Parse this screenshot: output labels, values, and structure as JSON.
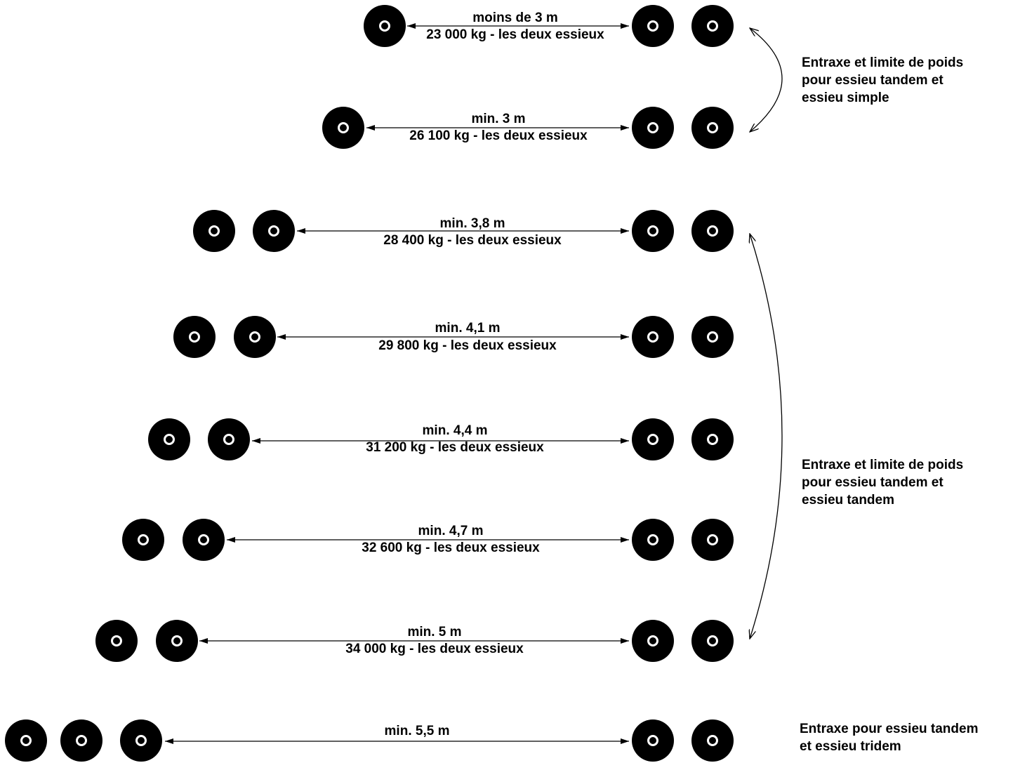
{
  "rows": [
    {
      "line1": "moins de 3 m",
      "line2": "23 000 kg - les deux essieux"
    },
    {
      "line1": "min. 3 m",
      "line2": "26 100 kg - les deux essieux"
    },
    {
      "line1": "min. 3,8 m",
      "line2": "28 400 kg - les deux essieux"
    },
    {
      "line1": "min. 4,1 m",
      "line2": "29 800 kg - les deux essieux"
    },
    {
      "line1": "min. 4,4 m",
      "line2": "31 200 kg - les deux essieux"
    },
    {
      "line1": "min. 4,7 m",
      "line2": "32 600 kg - les deux essieux"
    },
    {
      "line1": "min. 5 m",
      "line2": "34 000 kg - les deux essieux"
    },
    {
      "line1": "min. 5,5 m",
      "line2": ""
    }
  ],
  "notes": {
    "group1": [
      "Entraxe et limite de poids",
      "pour essieu tandem et",
      "essieu simple"
    ],
    "group2": [
      "Entraxe et limite de poids",
      "pour essieu tandem et",
      "essieu tandem"
    ],
    "group3": [
      "Entraxe pour essieu tandem",
      "et essieu tridem"
    ]
  }
}
